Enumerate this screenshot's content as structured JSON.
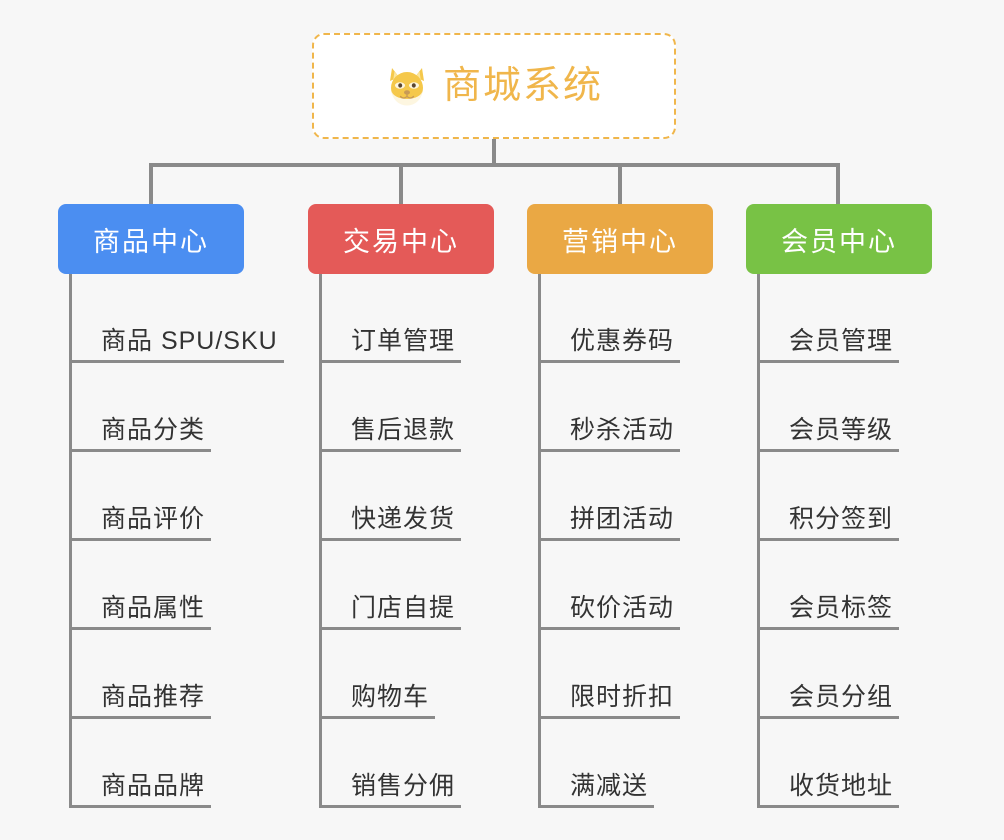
{
  "page": {
    "background_color": "#f7f7f7",
    "line_color": "#8a8a8a",
    "leaf_text_color": "#333333"
  },
  "root": {
    "title": "商城系统",
    "emoji_name": "shiba-dog-face-emoji",
    "accent_color": "#f0b64b",
    "background_color": "#ffffff",
    "border_style": "dashed"
  },
  "columns": [
    {
      "id": "product-center",
      "header": "商品中心",
      "color": "#4b8ef1",
      "items": [
        "商品 SPU/SKU",
        "商品分类",
        "商品评价",
        "商品属性",
        "商品推荐",
        "商品品牌"
      ]
    },
    {
      "id": "trade-center",
      "header": "交易中心",
      "color": "#e45a58",
      "items": [
        "订单管理",
        "售后退款",
        "快递发货",
        "门店自提",
        "购物车",
        "销售分佣"
      ]
    },
    {
      "id": "marketing-center",
      "header": "营销中心",
      "color": "#eaa844",
      "items": [
        "优惠券码",
        "秒杀活动",
        "拼团活动",
        "砍价活动",
        "限时折扣",
        "满减送"
      ]
    },
    {
      "id": "member-center",
      "header": "会员中心",
      "color": "#78c245",
      "items": [
        "会员管理",
        "会员等级",
        "积分签到",
        "会员标签",
        "会员分组",
        "收货地址"
      ]
    }
  ]
}
